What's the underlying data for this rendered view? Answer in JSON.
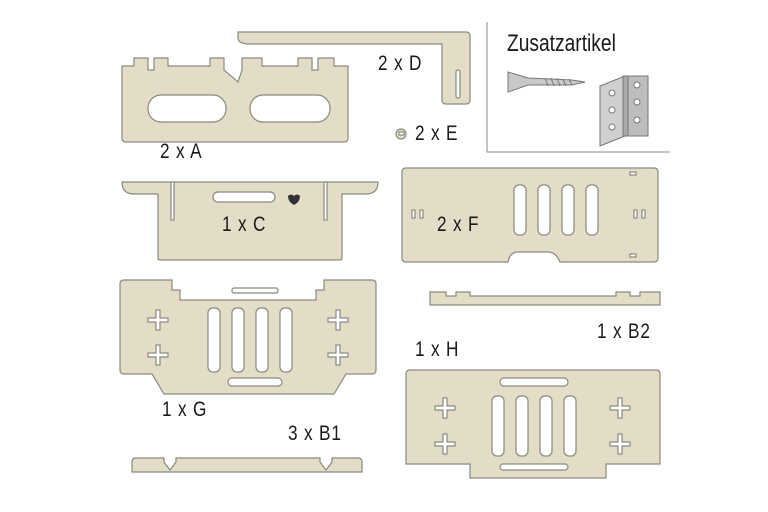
{
  "colors": {
    "wood": "#e3dcc6",
    "outline": "#8a8a80",
    "text": "#1a1a1a"
  },
  "extras": {
    "title": "Zusatzartikel",
    "items": [
      "screw-icon",
      "hinge-icon"
    ]
  },
  "parts": {
    "A": "2 x A",
    "B1": "3 x B1",
    "B2": "1 x B2",
    "C": "1 x C",
    "D": "2 x D",
    "E": "2 x E",
    "F": "2 x F",
    "G": "1 x G",
    "H": "1 x H"
  }
}
